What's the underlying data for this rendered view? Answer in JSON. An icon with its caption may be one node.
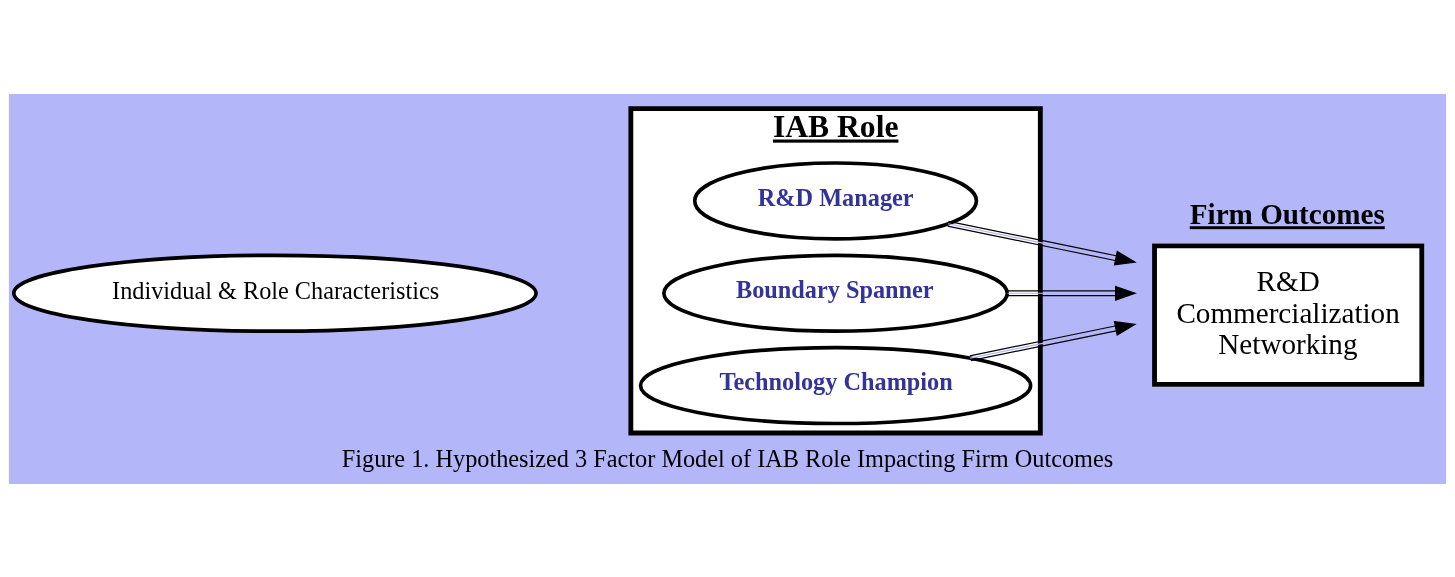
{
  "diagram": {
    "caption": "Figure 1. Hypothesized 3 Factor Model of IAB Role Impacting Firm Outcomes",
    "nodes": [
      {
        "text": [
          "IAB Role"
        ]
      },
      {
        "text": [
          "R&D Manager"
        ],
        "in": 0
      },
      {
        "text": [
          "Boundary Spanner"
        ],
        "in": 0
      },
      {
        "text": [
          "Technology Champion"
        ],
        "in": 0
      },
      {
        "text": [
          "Individual & Role Characteristics"
        ]
      },
      {
        "text": [
          "Firm Outcomes",
          "R&D",
          "Commercialization",
          "Networking"
        ]
      }
    ],
    "edges": [
      {
        "from": 1,
        "to": 5,
        "arrow": "to"
      },
      {
        "from": 2,
        "to": 5,
        "arrow": "to"
      },
      {
        "from": 3,
        "to": 5,
        "arrow": "to"
      }
    ]
  }
}
